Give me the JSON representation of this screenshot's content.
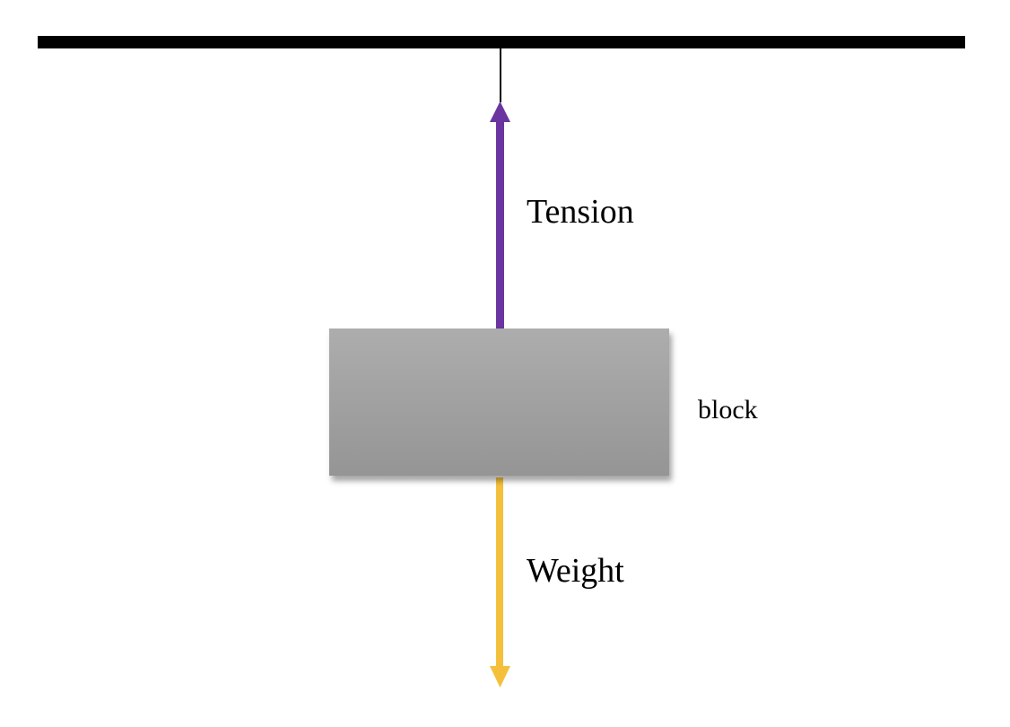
{
  "diagram": {
    "type": "free-body diagram",
    "labels": {
      "tension": "Tension",
      "weight": "Weight",
      "block": "block"
    },
    "colors": {
      "tension": "#6a35a0",
      "weight": "#f4c03c",
      "ceiling": "#000000",
      "block_top": "#adadad",
      "block_bottom": "#959595"
    }
  }
}
